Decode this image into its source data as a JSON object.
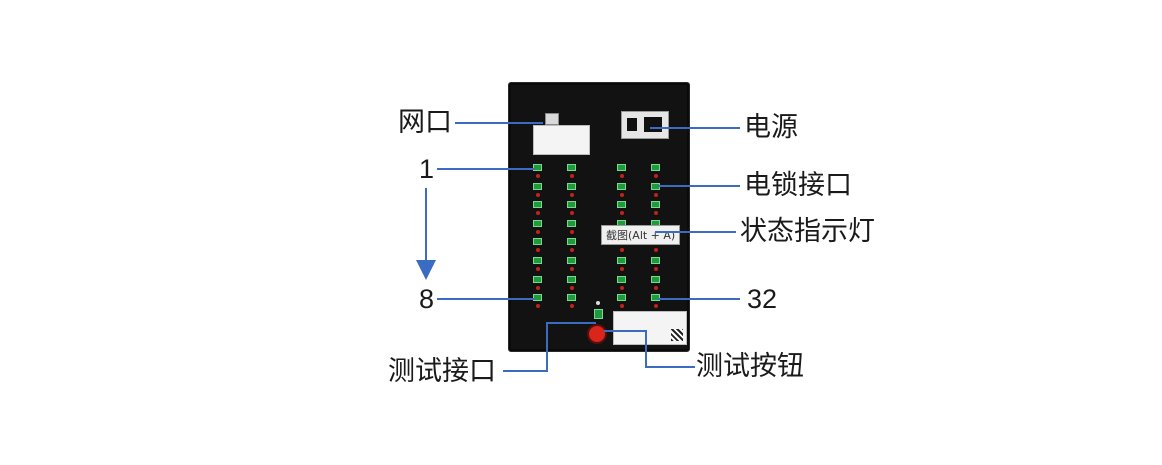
{
  "labels": {
    "network_port": "网口",
    "power": "电源",
    "first_number": "1",
    "lock_interface": "电锁接口",
    "status_indicator": "状态指示灯",
    "last_row_number": "8",
    "last_number": "32",
    "test_interface": "测试接口",
    "test_button": "测试按钮"
  },
  "overlay": {
    "screenshot_tooltip": "截图(Alt + A)"
  },
  "colors": {
    "callout_line": "#3b6cc4",
    "device_body": "#121212",
    "port": "#1f9a3c",
    "led": "#c0231a",
    "test_button": "#d8261d"
  },
  "ports": {
    "columns": 4,
    "rows_per_column": 8,
    "total": 32
  }
}
